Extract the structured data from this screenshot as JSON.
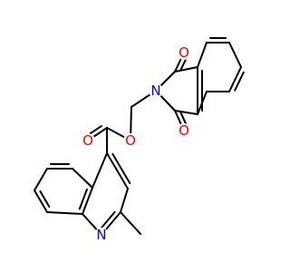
{
  "molecule": {
    "atoms": [
      {
        "id": "o_top",
        "symbol": "O",
        "color": "#ff0000"
      },
      {
        "id": "n_imide",
        "symbol": "N",
        "color": "#0000ff"
      },
      {
        "id": "o_bottom",
        "symbol": "O",
        "color": "#ff0000"
      },
      {
        "id": "o_carbonyl",
        "symbol": "O",
        "color": "#ff0000"
      },
      {
        "id": "o_ester",
        "symbol": "O",
        "color": "#ff0000"
      },
      {
        "id": "n_quinoline",
        "symbol": "N",
        "color": "#0000ff"
      }
    ],
    "bond_color": "#000000"
  }
}
